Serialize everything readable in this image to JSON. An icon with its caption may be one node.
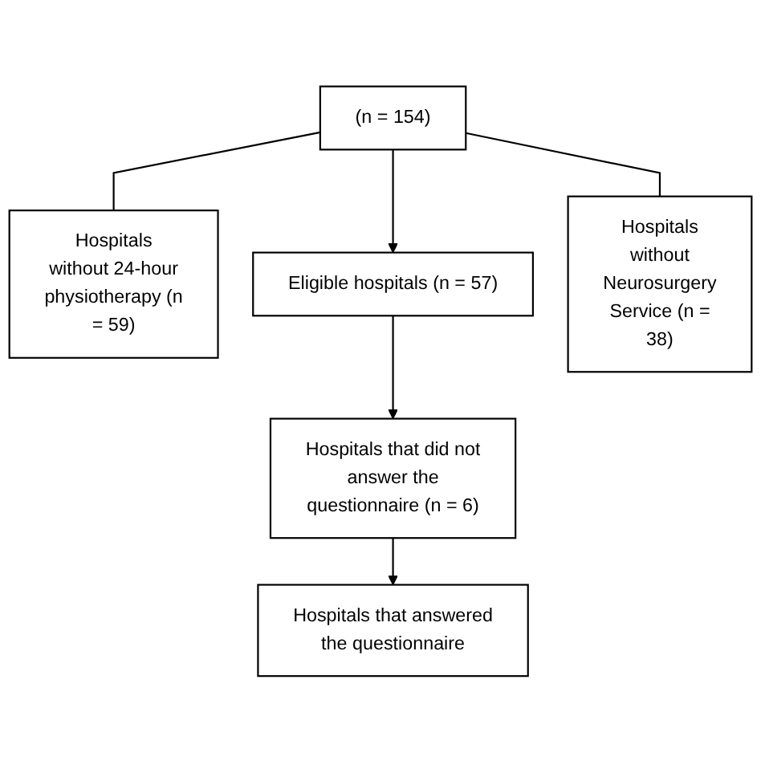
{
  "diagram": {
    "nodes": [
      {
        "text": [
          "(n = 154)"
        ]
      },
      {
        "text": [
          "Hospitals without 24-hour physiotherapy (n = 59)"
        ]
      },
      {
        "text": [
          "Eligible hospitals (n = 57)"
        ]
      },
      {
        "text": [
          "Hospitals without Neurosurgery Service (n = 38)"
        ]
      },
      {
        "text": [
          "Hospitals that did not answer the questionnaire (n = 6)"
        ]
      },
      {
        "text": [
          "Hospitals that answered the questionnaire"
        ]
      }
    ],
    "edges": [
      {
        "from": 0,
        "to": 1,
        "arrow": "none"
      },
      {
        "from": 0,
        "to": 2,
        "arrow": "to"
      },
      {
        "from": 0,
        "to": 3,
        "arrow": "none"
      },
      {
        "from": 2,
        "to": 4,
        "arrow": "to"
      },
      {
        "from": 4,
        "to": 5,
        "arrow": "to"
      }
    ]
  }
}
